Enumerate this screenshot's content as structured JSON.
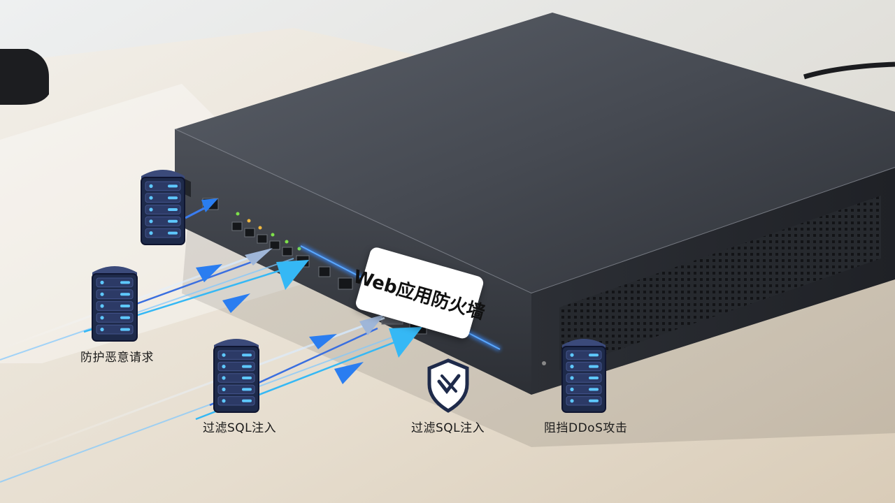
{
  "device": {
    "label": "Web应用防火墙"
  },
  "annotations": {
    "malicious_requests": "防护恶意请求",
    "sql_injection_left": "过滤SQL注入",
    "sql_injection_center": "过滤SQL注入",
    "ddos": "阻挡DDoS攻击"
  },
  "colors": {
    "server_body": "#1e2a4a",
    "server_led": "#5ec8ff",
    "arrow_blue": "#2a7df0",
    "arrow_cyan": "#35b8f5",
    "device_body": "#3a3e46",
    "desk": "#e9e3d8"
  }
}
